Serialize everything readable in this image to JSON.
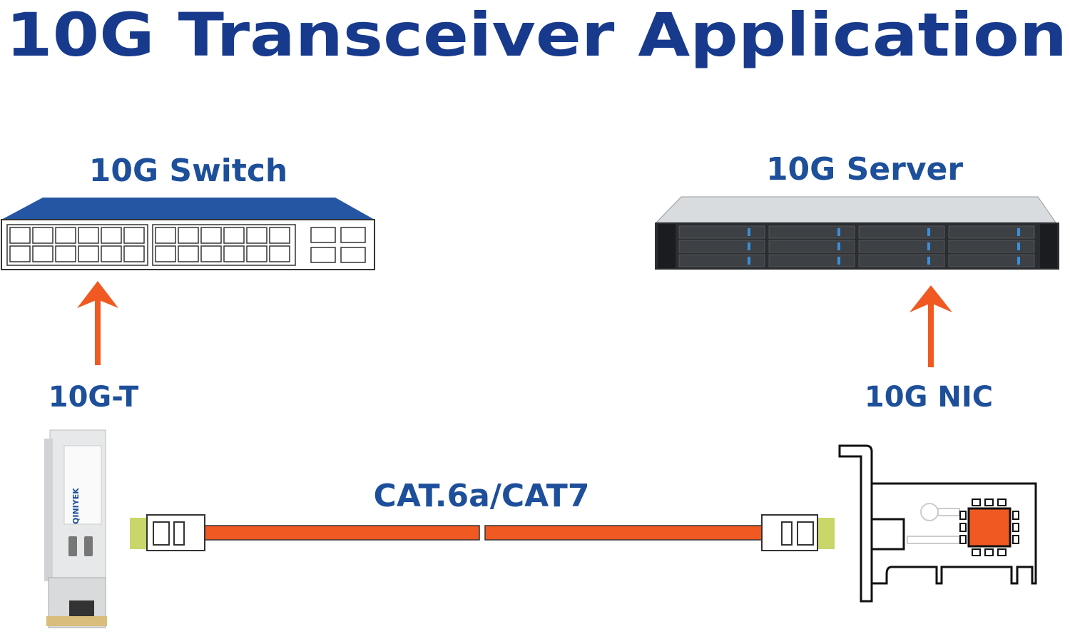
{
  "title": "10G Transceiver Application",
  "labels": {
    "switch": "10G Switch",
    "server": "10G Server",
    "module": "10G-T",
    "nic": "10G NIC",
    "cable": "CAT.6a/CAT7"
  },
  "module_logo": "QINIYEK",
  "colors": {
    "title_blue": "#173a8c",
    "label_blue": "#1d4f9a",
    "orange": "#f05a22",
    "switch_top": "#2456a4"
  },
  "icons": {
    "switch": "network-switch-icon",
    "server": "rack-server-icon",
    "module": "sfp-module-icon",
    "cable": "ethernet-cable-icon",
    "nic": "network-card-icon",
    "arrow": "arrow-up-icon"
  }
}
